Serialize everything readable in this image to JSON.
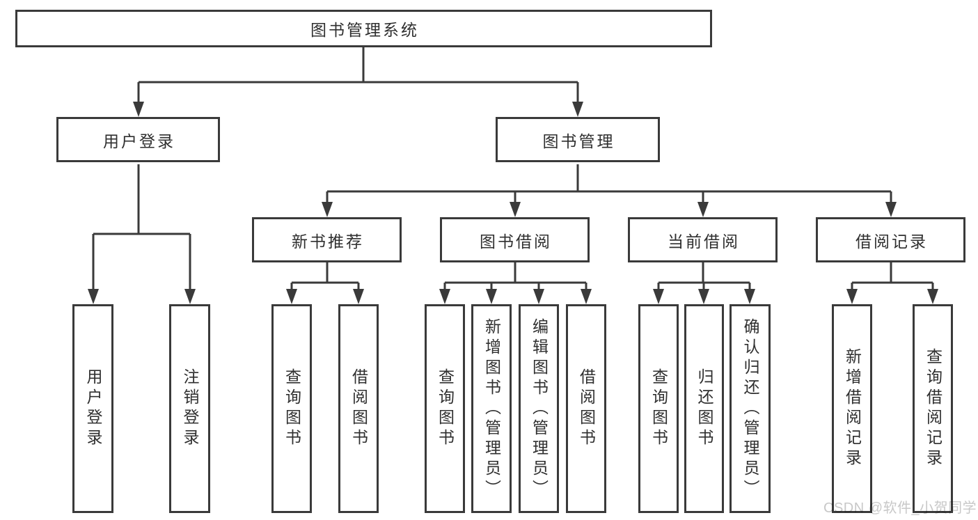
{
  "diagram": {
    "root": "图书管理系统",
    "branches": [
      {
        "label": "用户登录",
        "children": [
          "用户登录",
          "注销登录"
        ]
      },
      {
        "label": "图书管理",
        "children": [
          {
            "label": "新书推荐",
            "children": [
              "查询图书",
              "借阅图书"
            ]
          },
          {
            "label": "图书借阅",
            "children": [
              "查询图书",
              "新增图书（管理员）",
              "编辑图书（管理员）",
              "借阅图书"
            ]
          },
          {
            "label": "当前借阅",
            "children": [
              "查询图书",
              "归还图书",
              "确认归还（管理员）"
            ]
          },
          {
            "label": "借阅记录",
            "children": [
              "新增借阅记录",
              "查询借阅记录"
            ]
          }
        ]
      }
    ]
  },
  "watermark": "CSDN @软件_小贺同学",
  "colors": {
    "line": "#3a3a3a",
    "text": "#2f2f2f",
    "box_background": "#ffffff",
    "page_background": "#ffffff",
    "watermark": "#c8c8c8"
  }
}
